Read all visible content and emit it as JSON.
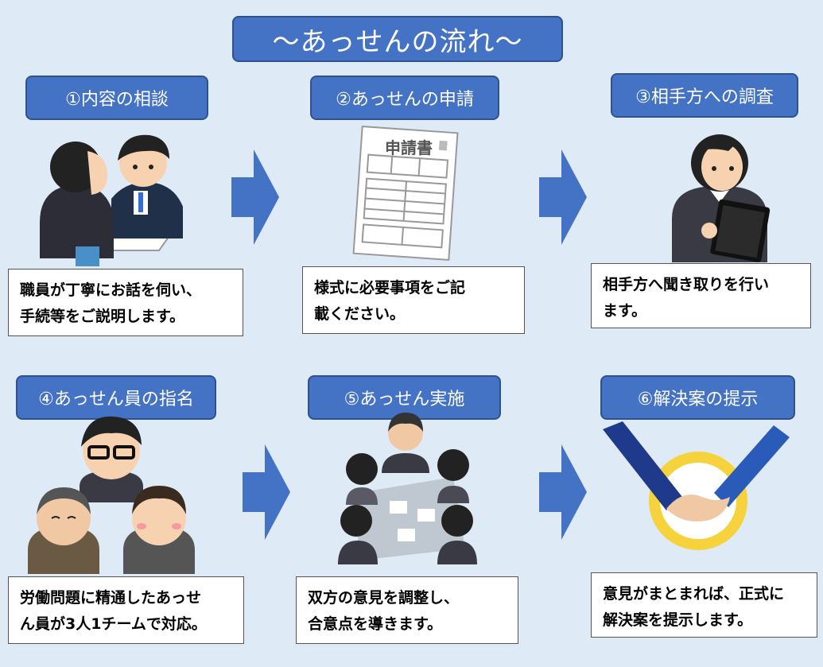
{
  "title": "～あっせんの流れ～",
  "steps": [
    {
      "label": "①内容の相談",
      "desc": "職員が丁寧にお話を伺い、\n手続等をご説明します。"
    },
    {
      "label": "②あっせんの申請",
      "desc": "様式に必要事項をご記\n載ください。"
    },
    {
      "label": "③相手方への調査",
      "desc": "相手方へ聞き取りを行い\nます。"
    },
    {
      "label": "④あっせん員の指名",
      "desc": "労働問題に精通したあっせ\nん員が3人1チームで対応。"
    },
    {
      "label": "⑤あっせん実施",
      "desc": "双方の意見を調整し、\n合意点を導きます。"
    },
    {
      "label": "⑥解決案の提示",
      "desc": "意見がまとまれば、正式に\n解決案を提示します。"
    }
  ],
  "form_heading": "申請書",
  "colors": {
    "background": "#deebf7",
    "label_fill": "#4472c4",
    "arrow": "#4472c4"
  },
  "icons": [
    "consultation-illustration",
    "application-form-illustration",
    "investigator-illustration",
    "mediators-illustration",
    "meeting-illustration",
    "handshake-illustration"
  ]
}
